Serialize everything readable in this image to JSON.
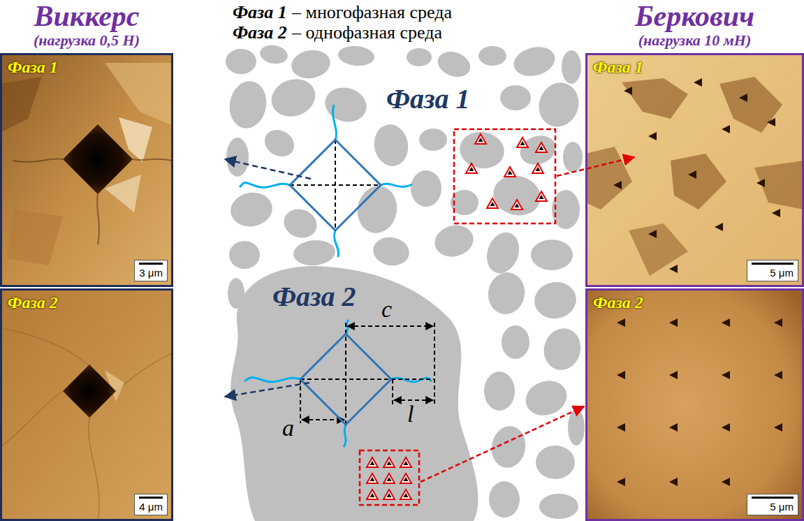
{
  "diagram": {
    "nodes": [
      {
        "text": [
          "Фаза 1",
          "3 μm"
        ]
      },
      {
        "text": [
          "Фаза 1",
          "5 μm"
        ]
      },
      {
        "text": [
          "Фаза 2"
        ]
      },
      {
        "text": [
          "Фаза 2",
          "4 μm"
        ]
      },
      {
        "text": [
          "Фаза 2",
          "5 μm"
        ]
      }
    ],
    "labels": [
      "Виккерс",
      "(нагрузка 0,5 Н)",
      "Фаза 1",
      "– многофазная среда",
      "Фаза 2",
      "– однофазная среда",
      "Беркович",
      "(нагрузка 10 мН)",
      "Фаза 1",
      "c",
      "l",
      "a"
    ]
  }
}
